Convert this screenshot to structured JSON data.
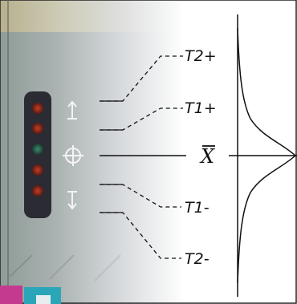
{
  "labels": {
    "upper_outer": "T2+",
    "upper_inner": "T1+",
    "mean": "X",
    "lower_inner": "T1-",
    "lower_outer": "T2-"
  },
  "colors": {
    "line": "#111111",
    "background_left": "#9aa7a2",
    "background_right": "#ffffff",
    "lamp_body": "#2a2b33",
    "lamp_red": "#9a2a1a",
    "lamp_green": "#2f6b54",
    "accent_magenta": "#c43a8f",
    "accent_teal": "#2aa6b8"
  },
  "icons": {
    "up_arrow": "arrow-up-icon",
    "target": "crosshair-target-icon",
    "down_arrow": "arrow-down-icon"
  }
}
